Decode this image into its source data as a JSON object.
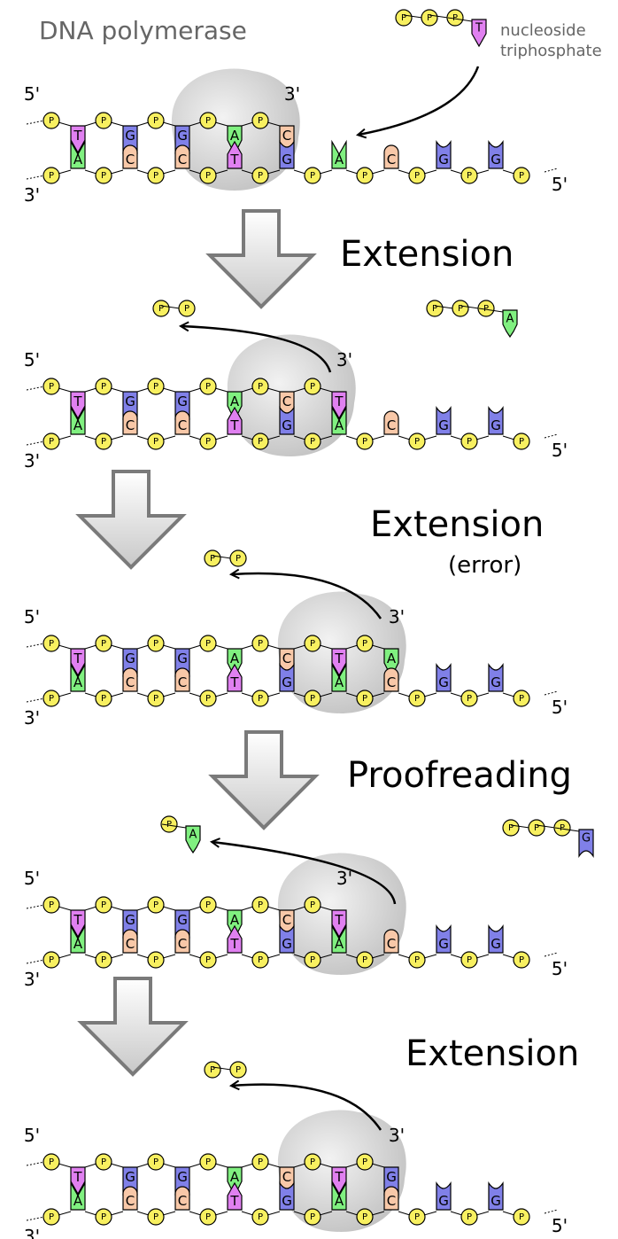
{
  "header": {
    "title": "DNA polymerase",
    "nucleotide_label_line1": "nucleoside",
    "nucleotide_label_line2": "triphosphate"
  },
  "phosphate_label": "P",
  "end_labels": {
    "five_prime": "5'",
    "three_prime": "3'"
  },
  "steps": [
    {
      "label": "Extension",
      "sublabel": ""
    },
    {
      "label": "Extension",
      "sublabel": "(error)"
    },
    {
      "label": "Proofreading",
      "sublabel": ""
    },
    {
      "label": "Extension",
      "sublabel": ""
    }
  ],
  "panels": [
    {
      "top": [
        "T",
        "G",
        "G",
        "A",
        "C"
      ],
      "bottom": [
        "A",
        "C",
        "C",
        "T",
        "G",
        "A",
        "C",
        "G",
        "G"
      ],
      "released": "",
      "incoming": "T"
    },
    {
      "top": [
        "T",
        "G",
        "G",
        "A",
        "C",
        "T"
      ],
      "bottom": [
        "A",
        "C",
        "C",
        "T",
        "G",
        "A",
        "C",
        "G",
        "G"
      ],
      "released": "PP",
      "incoming": "A"
    },
    {
      "top": [
        "T",
        "G",
        "G",
        "A",
        "C",
        "T",
        "A"
      ],
      "bottom": [
        "A",
        "C",
        "C",
        "T",
        "G",
        "A",
        "C",
        "G",
        "G"
      ],
      "released": "PP",
      "incoming": ""
    },
    {
      "top": [
        "T",
        "G",
        "G",
        "A",
        "C",
        "T"
      ],
      "bottom": [
        "A",
        "C",
        "C",
        "T",
        "G",
        "A",
        "C",
        "G",
        "G"
      ],
      "released": "A",
      "incoming": "G"
    },
    {
      "top": [
        "T",
        "G",
        "G",
        "A",
        "C",
        "T",
        "G"
      ],
      "bottom": [
        "A",
        "C",
        "C",
        "T",
        "G",
        "A",
        "C",
        "G",
        "G"
      ],
      "released": "PP",
      "incoming": ""
    }
  ],
  "colors": {
    "A": "#80f080",
    "T": "#e080f0",
    "G": "#8080e8",
    "C": "#f8c8a8",
    "phosphate": "#f8f060",
    "polymerase": "#c8c8c8"
  }
}
